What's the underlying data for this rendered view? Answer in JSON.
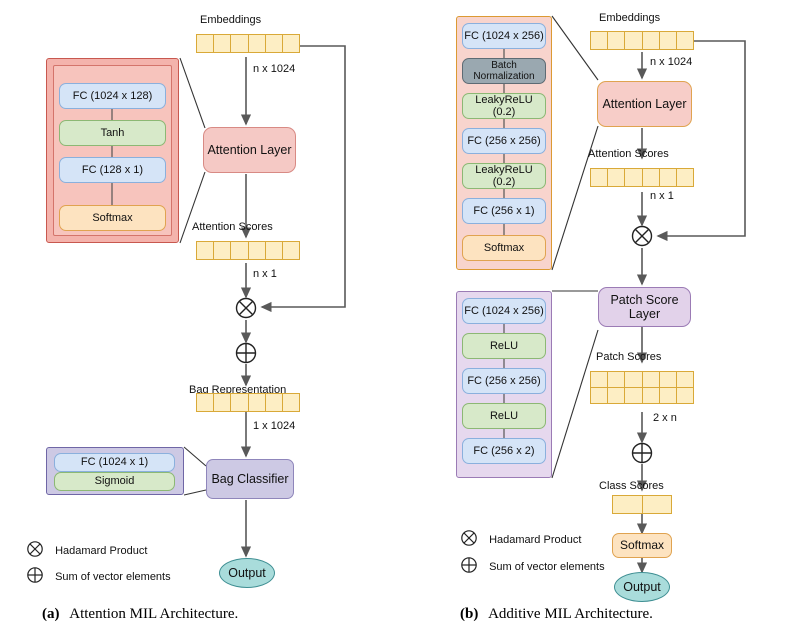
{
  "figure": {
    "panels": [
      {
        "id": "a",
        "caption_tag": "(a)",
        "caption_text": "Attention MIL Architecture.",
        "detail_box": {
          "name": "attention-layer-detail",
          "blocks": [
            {
              "label": "FC (1024 x 128)",
              "kind": "fc"
            },
            {
              "label": "Tanh",
              "kind": "act"
            },
            {
              "label": "FC (128 x 1)",
              "kind": "fc"
            },
            {
              "label": "Softmax",
              "kind": "soft"
            }
          ]
        },
        "classifier_box": {
          "name": "bag-classifier-detail",
          "blocks": [
            {
              "label": "FC (1024 x 1)",
              "kind": "fc"
            },
            {
              "label": "Sigmoid",
              "kind": "act"
            }
          ]
        },
        "main_nodes": {
          "embeddings_label": "Embeddings",
          "embeddings_dim": "n x 1024",
          "embeddings_cells": 6,
          "attention_layer": "Attention Layer",
          "attention_scores_label": "Attention Scores",
          "attention_scores_dim": "n x 1",
          "attention_scores_cells": 6,
          "bag_representation_label": "Bag Representation",
          "bag_representation_dim": "1 x 1024",
          "bag_representation_cells": 6,
          "bag_classifier": "Bag Classifier",
          "output": "Output"
        },
        "legend": [
          {
            "symbol": "otimes",
            "text": "Hadamard Product"
          },
          {
            "symbol": "oplus",
            "text": "Sum of vector elements"
          }
        ]
      },
      {
        "id": "b",
        "caption_tag": "(b)",
        "caption_text": "Additive MIL Architecture.",
        "detail_box": {
          "name": "attention-layer-detail",
          "blocks": [
            {
              "label": "FC (1024 x 256)",
              "kind": "fc"
            },
            {
              "label": "Batch Normalization",
              "kind": "bn"
            },
            {
              "label": "LeakyReLU (0.2)",
              "kind": "act"
            },
            {
              "label": "FC (256 x 256)",
              "kind": "fc"
            },
            {
              "label": "LeakyReLU (0.2)",
              "kind": "act"
            },
            {
              "label": "FC (256 x 1)",
              "kind": "fc"
            },
            {
              "label": "Softmax",
              "kind": "soft"
            }
          ]
        },
        "patch_box": {
          "name": "patch-score-layer-detail",
          "blocks": [
            {
              "label": "FC (1024 x 256)",
              "kind": "fc"
            },
            {
              "label": "ReLU",
              "kind": "act"
            },
            {
              "label": "FC (256 x 256)",
              "kind": "fc"
            },
            {
              "label": "ReLU",
              "kind": "act"
            },
            {
              "label": "FC (256 x 2)",
              "kind": "fc"
            }
          ]
        },
        "main_nodes": {
          "embeddings_label": "Embeddings",
          "embeddings_dim": "n x 1024",
          "embeddings_cells": 6,
          "attention_layer": "Attention Layer",
          "attention_scores_label": "Attention Scores",
          "attention_scores_dim": "n x 1",
          "attention_scores_cells": 6,
          "patch_score_layer_line1": "Patch Score",
          "patch_score_layer_line2": "Layer",
          "patch_scores_label": "Patch Scores",
          "patch_scores_dim": "2 x n",
          "patch_scores_cols": 6,
          "patch_scores_rows": 2,
          "class_scores_label": "Class Scores",
          "class_scores_cells": 2,
          "softmax": "Softmax",
          "output": "Output"
        },
        "legend": [
          {
            "symbol": "otimes",
            "text": "Hadamard Product"
          },
          {
            "symbol": "oplus",
            "text": "Sum of vector elements"
          }
        ]
      }
    ],
    "colors": {
      "fc_fill": "#d5e4f7",
      "fc_stroke": "#8ab0dd",
      "act_fill": "#d7e9c9",
      "act_stroke": "#8cb874",
      "softmax_fill": "#fde3c0",
      "softmax_stroke": "#e0a350",
      "batchnorm_fill": "#9aa8b0",
      "attention_fill": "#f5c9c5",
      "attention_stroke": "#d88a84",
      "bag_fill": "#cdc9e4",
      "bag_stroke": "#8f86bb",
      "patch_fill": "#e2d2ea",
      "patch_stroke": "#9b7bb5",
      "vector_fill": "#fdeec4",
      "vector_stroke": "#d9a938",
      "output_fill": "#a9dcdb",
      "output_stroke": "#3f8f93",
      "arrow": "#595959"
    }
  }
}
